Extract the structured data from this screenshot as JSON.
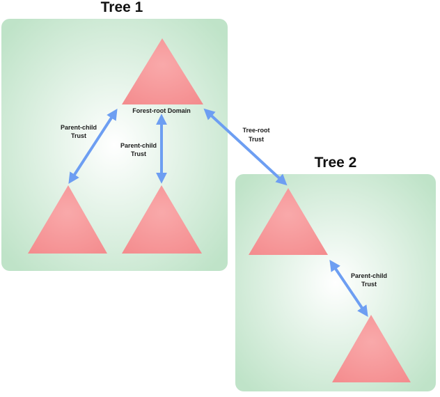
{
  "trees": [
    {
      "title": "Tree 1"
    },
    {
      "title": "Tree 2"
    }
  ],
  "labels": {
    "forest_root": "Forest-root Domain",
    "parent_child": [
      "Parent-child",
      "Trust"
    ],
    "tree_root": [
      "Tree-root",
      "Trust"
    ]
  },
  "colors": {
    "panel_center": "#ffffff",
    "panel_edge": "#bfe3c8",
    "domain_fill": "#f48c8e",
    "trust_arrow": "#6d9ef2"
  }
}
